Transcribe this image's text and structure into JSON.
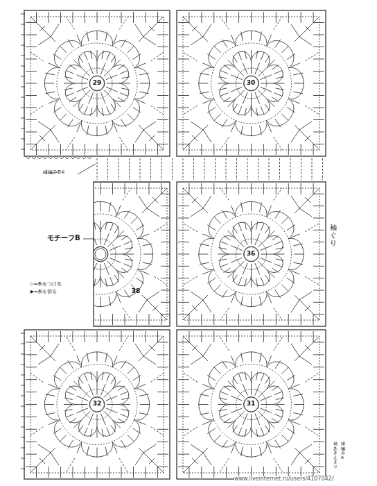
{
  "diagram": {
    "labels": [
      "29",
      "30",
      "縁編みB①",
      "モチーフB",
      "36",
      "38",
      "▷=糸をつける",
      "▶=糸を切る",
      "袖ぐり",
      "32",
      "31",
      "袖あき止まり",
      "縁編みA",
      "www.liveinternet.ru/users/4107042/"
    ]
  }
}
